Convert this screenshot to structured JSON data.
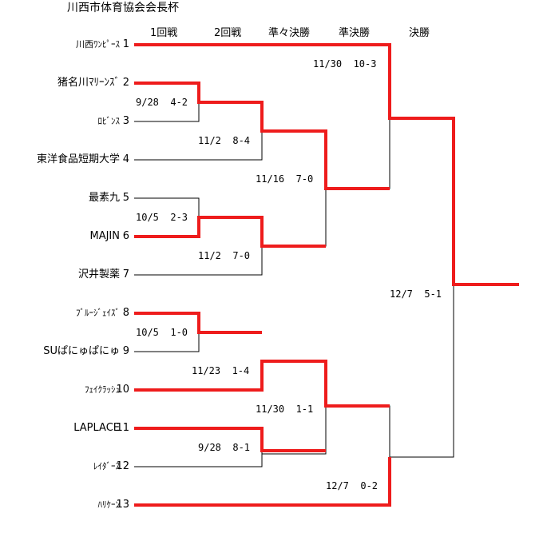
{
  "title": "川西市体育協会会長杯",
  "colors": {
    "winner_line": "#ee1c1c",
    "loser_line": "#000000"
  },
  "rounds": [
    "1回戦",
    "2回戦",
    "準々決勝",
    "準決勝",
    "決勝"
  ],
  "teams": [
    {
      "name": "川西ﾜﾝﾋﾟｰｽ",
      "seed": "1"
    },
    {
      "name": "猪名川ﾏﾘｰﾝｽﾞ",
      "seed": "2"
    },
    {
      "name": "ﾛﾋﾞﾝｽ",
      "seed": "3"
    },
    {
      "name": "東洋食品短期大学",
      "seed": "4"
    },
    {
      "name": "最素九",
      "seed": "5"
    },
    {
      "name": "MAJIN",
      "seed": "6"
    },
    {
      "name": "沢井製薬",
      "seed": "7"
    },
    {
      "name": "ﾌﾞﾙｰｼﾞｪｲｽﾞ",
      "seed": "8"
    },
    {
      "name": "SUぱにゅぱにゅ",
      "seed": "9"
    },
    {
      "name": "ﾌｪｲｸﾗｯｼｭ",
      "seed": "10"
    },
    {
      "name": "LAPLACE",
      "seed": "11"
    },
    {
      "name": "ﾚｲﾀﾞｰｽ",
      "seed": "12"
    },
    {
      "name": "ﾊﾘｹｰﾝ",
      "seed": "13"
    }
  ],
  "matches": [
    {
      "id": "r1_2v3",
      "date": "9/28",
      "score": "4-2"
    },
    {
      "id": "r1_5v6",
      "date": "10/5",
      "score": "2-3"
    },
    {
      "id": "r1_8v9",
      "date": "10/5",
      "score": "1-0"
    },
    {
      "id": "r2_w23v4",
      "date": "11/2",
      "score": "8-4"
    },
    {
      "id": "r2_w56v7",
      "date": "11/2",
      "score": "7-0"
    },
    {
      "id": "r2_w89v10",
      "date": "11/23",
      "score": "1-4"
    },
    {
      "id": "r2_11v12",
      "date": "9/28",
      "score": "8-1"
    },
    {
      "id": "qf_top",
      "date": "11/16",
      "score": "7-0"
    },
    {
      "id": "qf_bot",
      "date": "11/30",
      "score": "1-1"
    },
    {
      "id": "sf_top",
      "date": "11/30",
      "score": "10-3"
    },
    {
      "id": "sf_bot",
      "date": "12/7",
      "score": "0-2"
    },
    {
      "id": "final",
      "date": "12/7",
      "score": "5-1"
    }
  ]
}
